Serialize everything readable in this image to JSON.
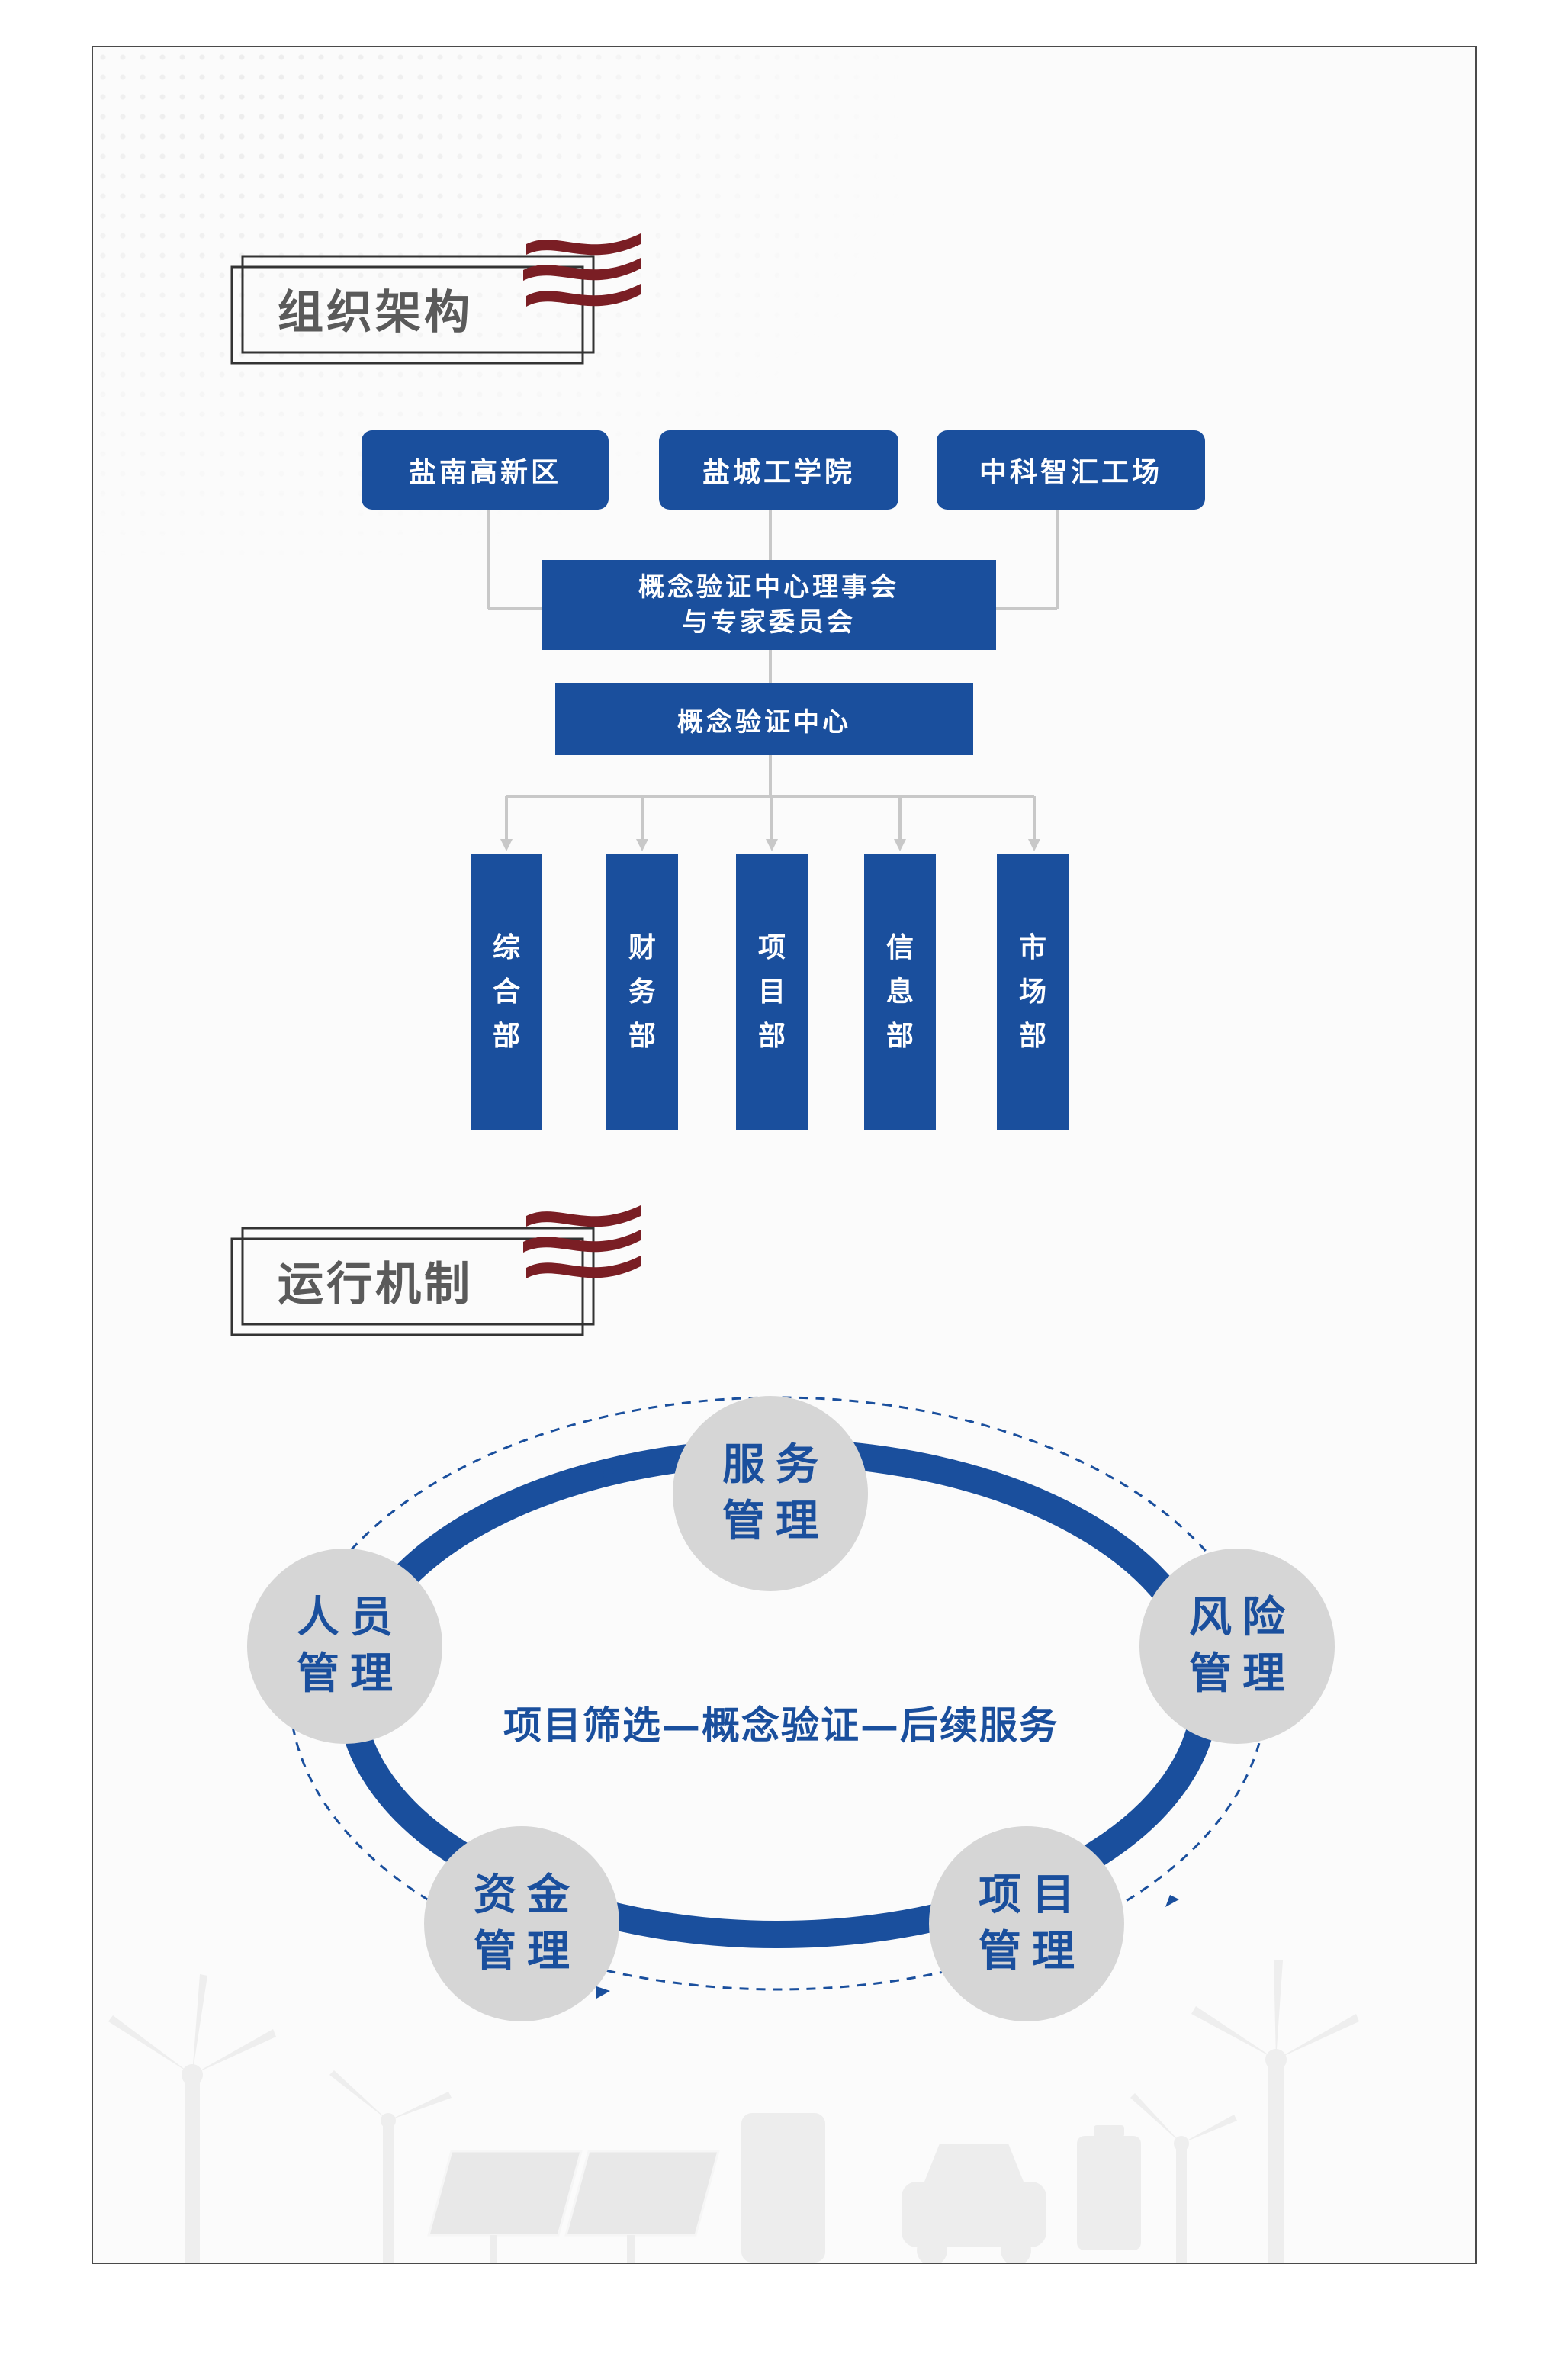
{
  "sections": {
    "org_title": "组织架构",
    "mechanism_title": "运行机制"
  },
  "org_chart": {
    "top_entities": [
      "盐南高新区",
      "盐城工学院",
      "中科智汇工场"
    ],
    "council_line1": "概念验证中心理事会",
    "council_line2": "与专家委员会",
    "center": "概念验证中心",
    "departments": [
      [
        "综",
        "合",
        "部"
      ],
      [
        "财",
        "务",
        "部"
      ],
      [
        "项",
        "目",
        "部"
      ],
      [
        "信",
        "息",
        "部"
      ],
      [
        "市",
        "场",
        "部"
      ]
    ]
  },
  "mechanism": {
    "center_text": "项目筛选—概念验证—后续服务",
    "nodes": [
      {
        "line1": "服务",
        "line2": "管理"
      },
      {
        "line1": "风险",
        "line2": "管理"
      },
      {
        "line1": "项目",
        "line2": "管理"
      },
      {
        "line1": "资金",
        "line2": "管理"
      },
      {
        "line1": "人员",
        "line2": "管理"
      }
    ]
  },
  "colors": {
    "primary_blue": "#1a4f9d",
    "circle_gray": "#d6d6d6",
    "emblem_red": "#7a1e24",
    "connector_gray": "#c8c8c8"
  },
  "icons": [
    "wave-emblem-icon",
    "wind-turbine-icon",
    "solar-panel-icon",
    "ev-charger-icon",
    "car-icon",
    "battery-icon"
  ]
}
